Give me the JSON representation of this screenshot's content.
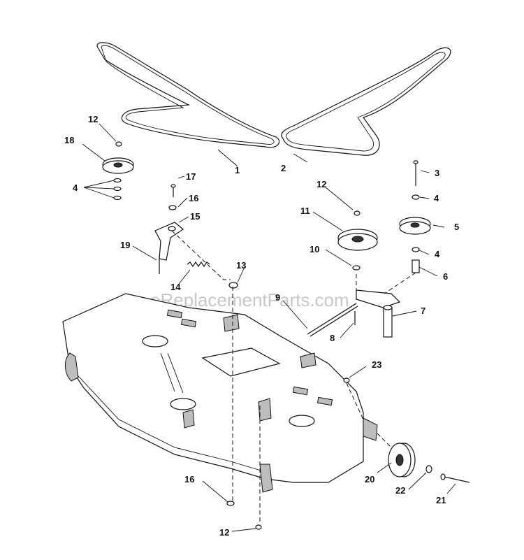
{
  "watermark": "eReplacementParts.com",
  "callouts": {
    "c1": "1",
    "c2": "2",
    "c3": "3",
    "c4a": "4",
    "c4b": "4",
    "c4c": "4",
    "c5": "5",
    "c6": "6",
    "c7": "7",
    "c8": "8",
    "c9": "9",
    "c10": "10",
    "c11": "11",
    "c12a": "12",
    "c12b": "12",
    "c12c": "12",
    "c13": "13",
    "c14": "14",
    "c15": "15",
    "c16a": "16",
    "c16b": "16",
    "c17": "17",
    "c18": "18",
    "c19": "19",
    "c20": "20",
    "c21": "21",
    "c22": "22",
    "c23": "23"
  }
}
